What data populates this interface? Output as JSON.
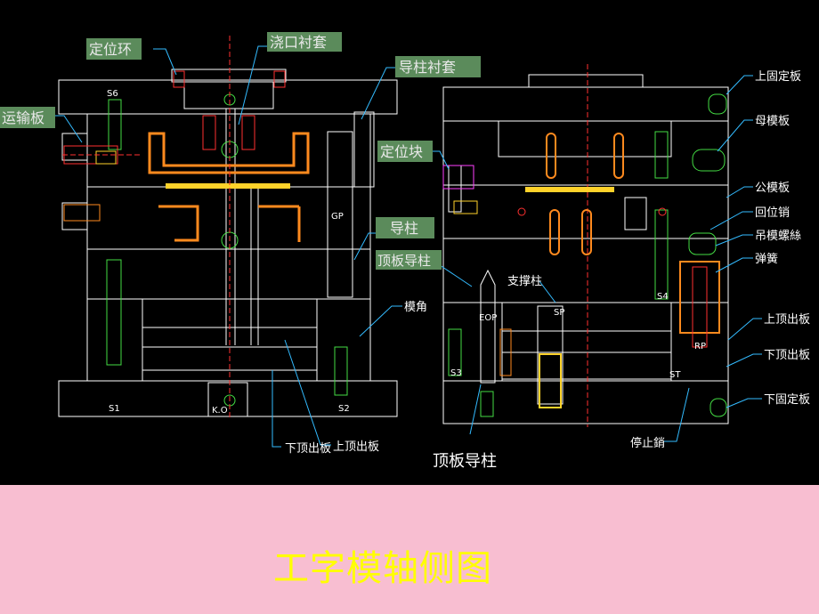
{
  "slide": {
    "caption": "工字模轴侧图"
  },
  "colors": {
    "background": "#000000",
    "footer": "#f8bed1",
    "caption": "#ffff00",
    "outline": "#ffffff",
    "leader": "#33bbff",
    "centerline": "#ff3030",
    "highlight_label_bg": "#5b8b5b",
    "highlight_label_text": "#e8e8e8",
    "cyan_label": "#33ccff"
  },
  "highlight_labels": {
    "locating_ring": "定位环",
    "sprue_bushing": "浇口衬套",
    "guide_bushing": "导柱衬套",
    "transport_plate": "运输板",
    "locating_block": "定位块",
    "guide_pin": "导柱",
    "ejector_guide_pin": "顶板导柱"
  },
  "callouts": {
    "top_clamp_plate": "上固定板",
    "cavity_plate": "母模板",
    "core_plate": "公模板",
    "return_pin": "回位销",
    "mold_lifting_screw": "吊模螺絲",
    "spring": "弹簧",
    "upper_ejector_plate": "上顶出板",
    "lower_ejector_plate": "下顶出板",
    "bottom_clamp_plate": "下固定板",
    "stop_pin": "停止銷",
    "support_pillar": "支撑柱",
    "spacer_block": "模角",
    "lower_ejector_plate_left": "下顶出板",
    "upper_ejector_plate_left": "上顶出板",
    "ejector_guide_pin_bottom": "顶板导柱"
  },
  "part_codes": {
    "s6": "S6",
    "s1": "S1",
    "s2": "S2",
    "ko": "K.O",
    "gp": "GP",
    "eop": "EOP",
    "sp": "SP",
    "s3": "S3",
    "s4": "S4",
    "rp": "RP",
    "st": "ST"
  }
}
